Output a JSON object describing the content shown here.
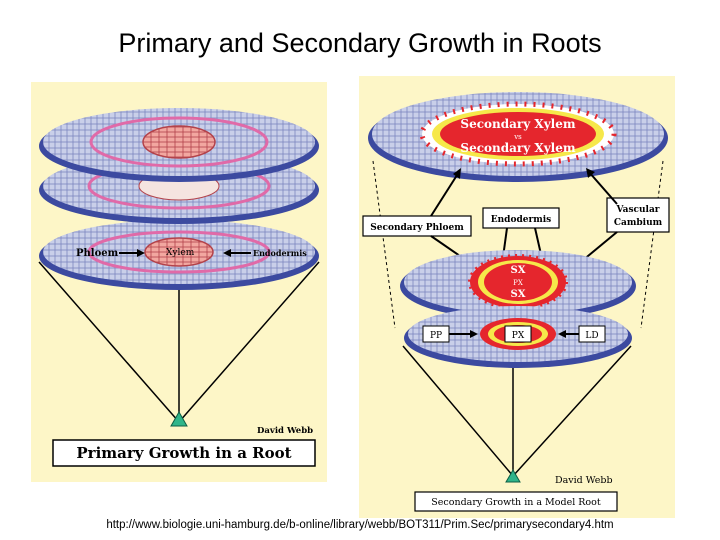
{
  "slide": {
    "title": "Primary and Secondary Growth in Roots",
    "source_url": "http://www.biologie.uni-hamburg.de/b-online/library/webb/BOT311/Prim.Sec/primarysecondary4.htm"
  },
  "primary_diagram": {
    "caption": "Primary Growth in a Root",
    "credit": "David Webb",
    "labels": {
      "phloem": "Phloem",
      "xylem": "Xylem",
      "endodermis": "Endodermis"
    }
  },
  "secondary_diagram": {
    "caption": "Secondary Growth in a Model Root",
    "credit": "David Webb",
    "top_disc": {
      "secondary_xylem_top": "Secondary Xylem",
      "vs": "vs",
      "secondary_xylem_bottom": "Secondary Xylem"
    },
    "callouts": {
      "secondary_phloem": "Secondary Phloem",
      "endodermis": "Endodermis",
      "vascular_cambium": "Vascular Cambium"
    },
    "middle_disc": {
      "sx_top": "SX",
      "center": "PX",
      "sx_bottom": "SX"
    },
    "bottom_disc": {
      "pp": "PP",
      "px": "PX",
      "ld": "LD"
    }
  },
  "colors": {
    "panel_background": "#fdf6c7",
    "disc_fill": "#c9cfe9",
    "disc_rim": "#3c4aa0",
    "inner_red": "#e5262d",
    "inner_yellow": "#f6e84a",
    "pink_ring": "#e06aa8",
    "apex_green": "#2fb58a"
  }
}
